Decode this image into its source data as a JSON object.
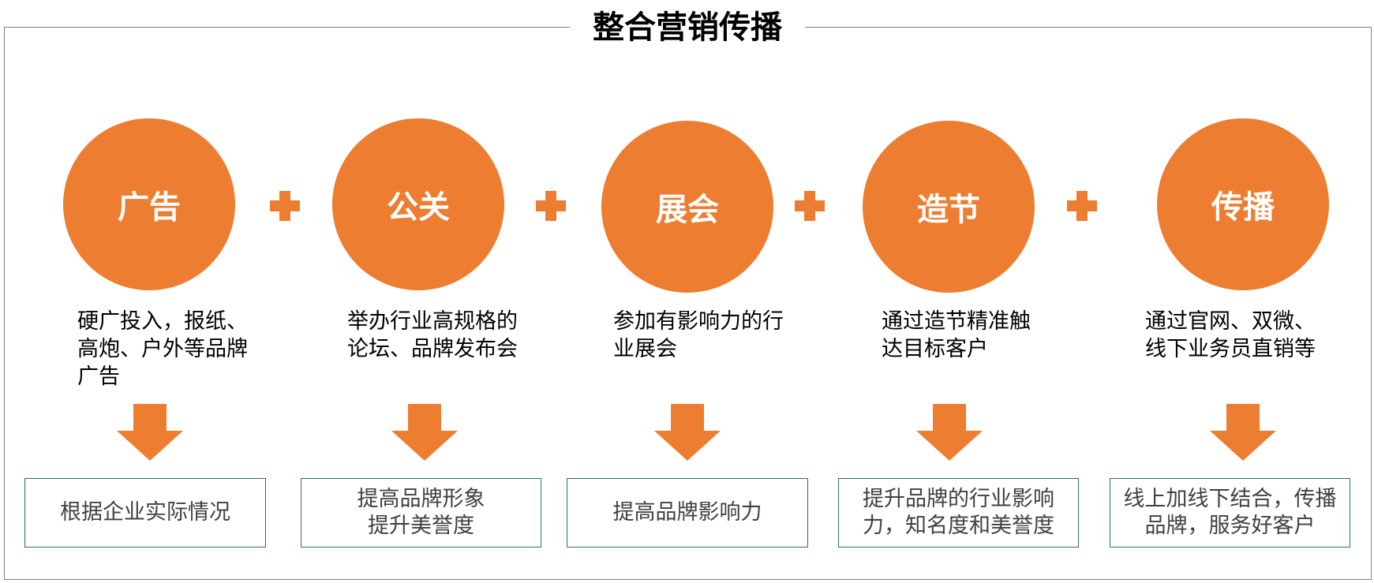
{
  "title": "整合营销传播",
  "accent_color": "#ED7D31",
  "box_border_color": "#2E6E6E",
  "plus_icon": "plus-icon",
  "arrow_icon": "arrow-down-icon",
  "steps": [
    {
      "circle": "广告",
      "description": "硬广投入，报纸、高炮、户外等品牌广告",
      "result": "根据企业实际情况"
    },
    {
      "circle": "公关",
      "description": "举办行业高规格的论坛、品牌发布会",
      "result": "提高品牌形象\n提升美誉度"
    },
    {
      "circle": "展会",
      "description": "参加有影响力的行业展会",
      "result": "提高品牌影响力"
    },
    {
      "circle": "造节",
      "description": "通过造节精准触达目标客户",
      "result": "提升品牌的行业影响力，知名度和美誉度"
    },
    {
      "circle": "传播",
      "description": "通过官网、双微、线下业务员直销等",
      "result": "线上加线下结合，传播品牌，服务好客户"
    }
  ]
}
